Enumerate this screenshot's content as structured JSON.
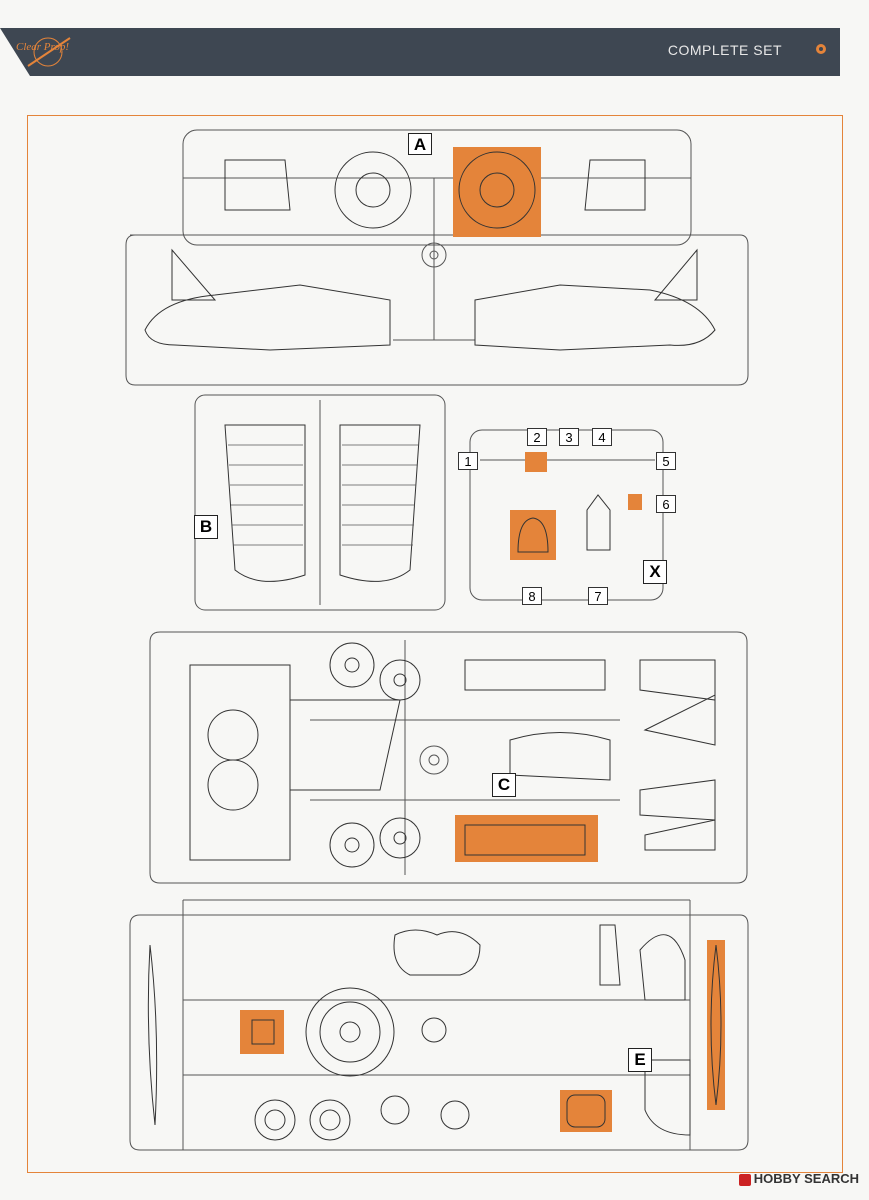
{
  "header": {
    "title": "COMPLETE SET",
    "logo_text": "Clear Prop!"
  },
  "sprues": {
    "A": {
      "label": "A"
    },
    "B": {
      "label": "B"
    },
    "C": {
      "label": "C"
    },
    "E": {
      "label": "E"
    },
    "X": {
      "label": "X",
      "parts": [
        "1",
        "2",
        "3",
        "4",
        "5",
        "6",
        "7",
        "8"
      ]
    }
  },
  "watermark": {
    "text": "HOBBY SEARCH"
  },
  "colors": {
    "accent": "#e4843a",
    "header_bg": "#3e4752"
  }
}
